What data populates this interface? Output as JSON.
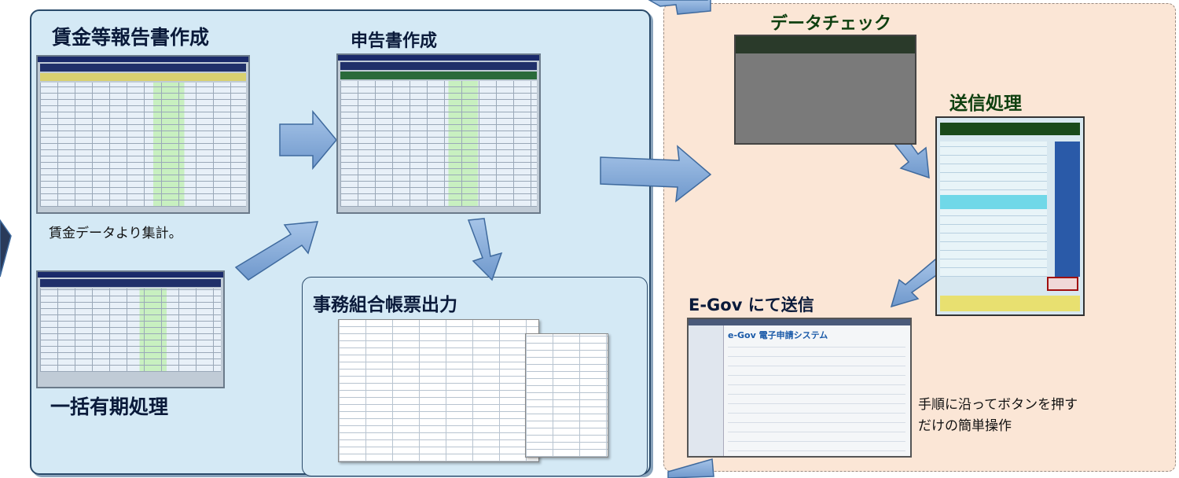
{
  "headings": {
    "wage_report": "賃金等報告書作成",
    "declaration": "申告書作成",
    "office_forms": "事務組合帳票出力",
    "batch_fixed_term": "一括有期処理",
    "data_check": "データチェック",
    "send_processing": "送信処理",
    "egov_send": "E-Gov にて送信"
  },
  "notes": {
    "wage_aggregate": "賃金データより集計。",
    "simple_line1": "手順に沿ってボタンを押す",
    "simple_line2": "だけの簡単操作"
  },
  "screens": {
    "egov_logo": "e-Gov 電子申請システム"
  },
  "colors": {
    "panel_blue": "#d4e9f5",
    "panel_peach": "#fbe6d6",
    "arrow_blue": "#7ea6d6",
    "border_navy": "#2a4a6a"
  }
}
